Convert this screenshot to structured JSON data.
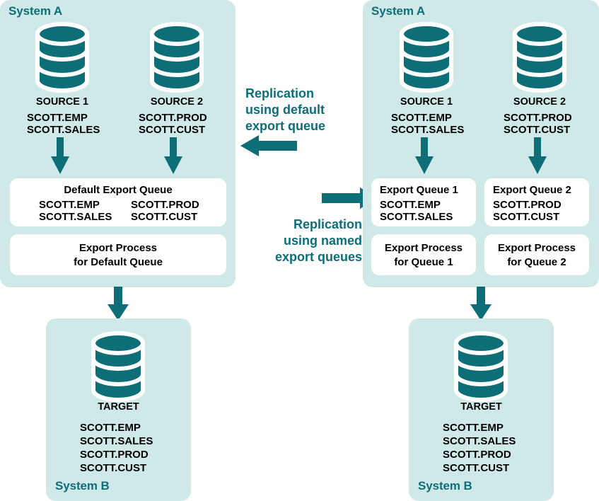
{
  "colors": {
    "panel_bg": "#cfe9e9",
    "teal": "#0d6e78",
    "box_bg": "#ffffff",
    "text": "#000000",
    "page_bg": "#ffffff"
  },
  "left_diagram": {
    "system_a_label": "System A",
    "system_b_label": "System B",
    "sources": [
      {
        "name": "SOURCE 1",
        "tables": [
          "SCOTT.EMP",
          "SCOTT.SALES"
        ]
      },
      {
        "name": "SOURCE 2",
        "tables": [
          "SCOTT.PROD",
          "SCOTT.CUST"
        ]
      }
    ],
    "queue": {
      "title": "Default Export Queue",
      "col1": [
        "SCOTT.EMP",
        "SCOTT.SALES"
      ],
      "col2": [
        "SCOTT.PROD",
        "SCOTT.CUST"
      ]
    },
    "process": {
      "line1": "Export Process",
      "line2": "for Default Queue"
    },
    "target": {
      "name": "TARGET",
      "tables": [
        "SCOTT.EMP",
        "SCOTT.SALES",
        "SCOTT.PROD",
        "SCOTT.CUST"
      ]
    }
  },
  "right_diagram": {
    "system_a_label": "System A",
    "system_b_label": "System B",
    "sources": [
      {
        "name": "SOURCE 1",
        "tables": [
          "SCOTT.EMP",
          "SCOTT.SALES"
        ]
      },
      {
        "name": "SOURCE 2",
        "tables": [
          "SCOTT.PROD",
          "SCOTT.CUST"
        ]
      }
    ],
    "queues": [
      {
        "title": "Export Queue 1",
        "tables": [
          "SCOTT.EMP",
          "SCOTT.SALES"
        ],
        "process_line1": "Export Process",
        "process_line2": "for Queue 1"
      },
      {
        "title": "Export Queue 2",
        "tables": [
          "SCOTT.PROD",
          "SCOTT.CUST"
        ],
        "process_line1": "Export Process",
        "process_line2": "for Queue 2"
      }
    ],
    "target": {
      "name": "TARGET",
      "tables": [
        "SCOTT.EMP",
        "SCOTT.SALES",
        "SCOTT.PROD",
        "SCOTT.CUST"
      ]
    }
  },
  "captions": {
    "default_queue": {
      "line1": "Replication",
      "line2": "using default",
      "line3": "export queue"
    },
    "named_queues": {
      "line1": "Replication",
      "line2": "using named",
      "line3": "export queues"
    }
  }
}
